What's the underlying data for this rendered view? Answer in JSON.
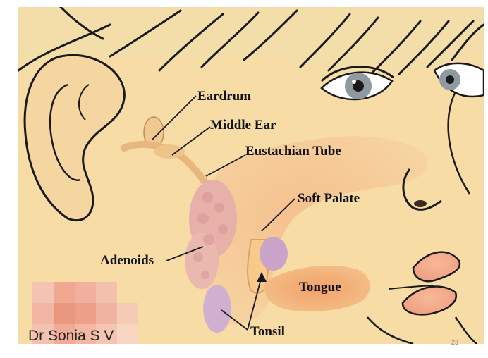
{
  "labels": {
    "eardrum": "Eardrum",
    "middle_ear": "Middle Ear",
    "eustachian_tube": "Eustachian Tube",
    "soft_palate": "Soft Palate",
    "adenoids": "Adenoids",
    "tongue": "Tongue",
    "tonsil": "Tonsil"
  },
  "footer": {
    "author": "Dr Sonia S V",
    "page_number": "23"
  },
  "colors": {
    "skin": "#f7dca6",
    "hair": "#f2d9a0",
    "outline": "#1a1a1a",
    "throat": "#f0b27a",
    "adenoid": "#e8a8a8",
    "tonsil": "#c9a4c8",
    "lips": "#f2a585"
  }
}
